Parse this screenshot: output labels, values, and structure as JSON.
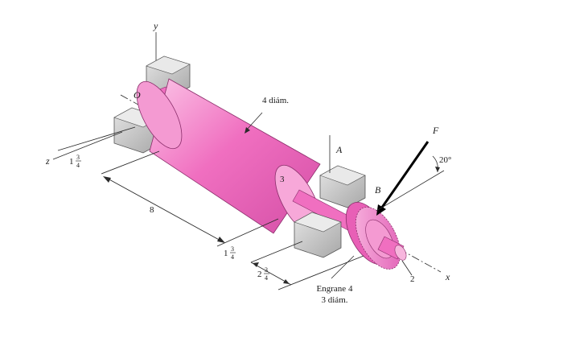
{
  "labels": {
    "y_axis": "y",
    "z_axis": "z",
    "x_axis": "x",
    "point_o": "O",
    "point_a": "A",
    "point_b": "B",
    "force": "F",
    "angle": "20°",
    "cylinder_diameter": "4 diám.",
    "cylinder_3": "3",
    "dim_eight": "8",
    "dim_two": "2",
    "frac_134_whole": "1",
    "frac_134_num": "3",
    "frac_134_den": "4",
    "frac_234_whole": "2",
    "frac_234_num": "3",
    "frac_234_den": "4",
    "gear_line1": "Engrane 4",
    "gear_line2": "3 diám."
  },
  "colors": {
    "shaft": "#f06fc0",
    "shaft_dark": "#d44fa6",
    "shaft_light": "#fbc4e6",
    "bearing": "#c9c9c9",
    "bearing_dark": "#9a9a9a",
    "force_arrow": "#000000"
  }
}
